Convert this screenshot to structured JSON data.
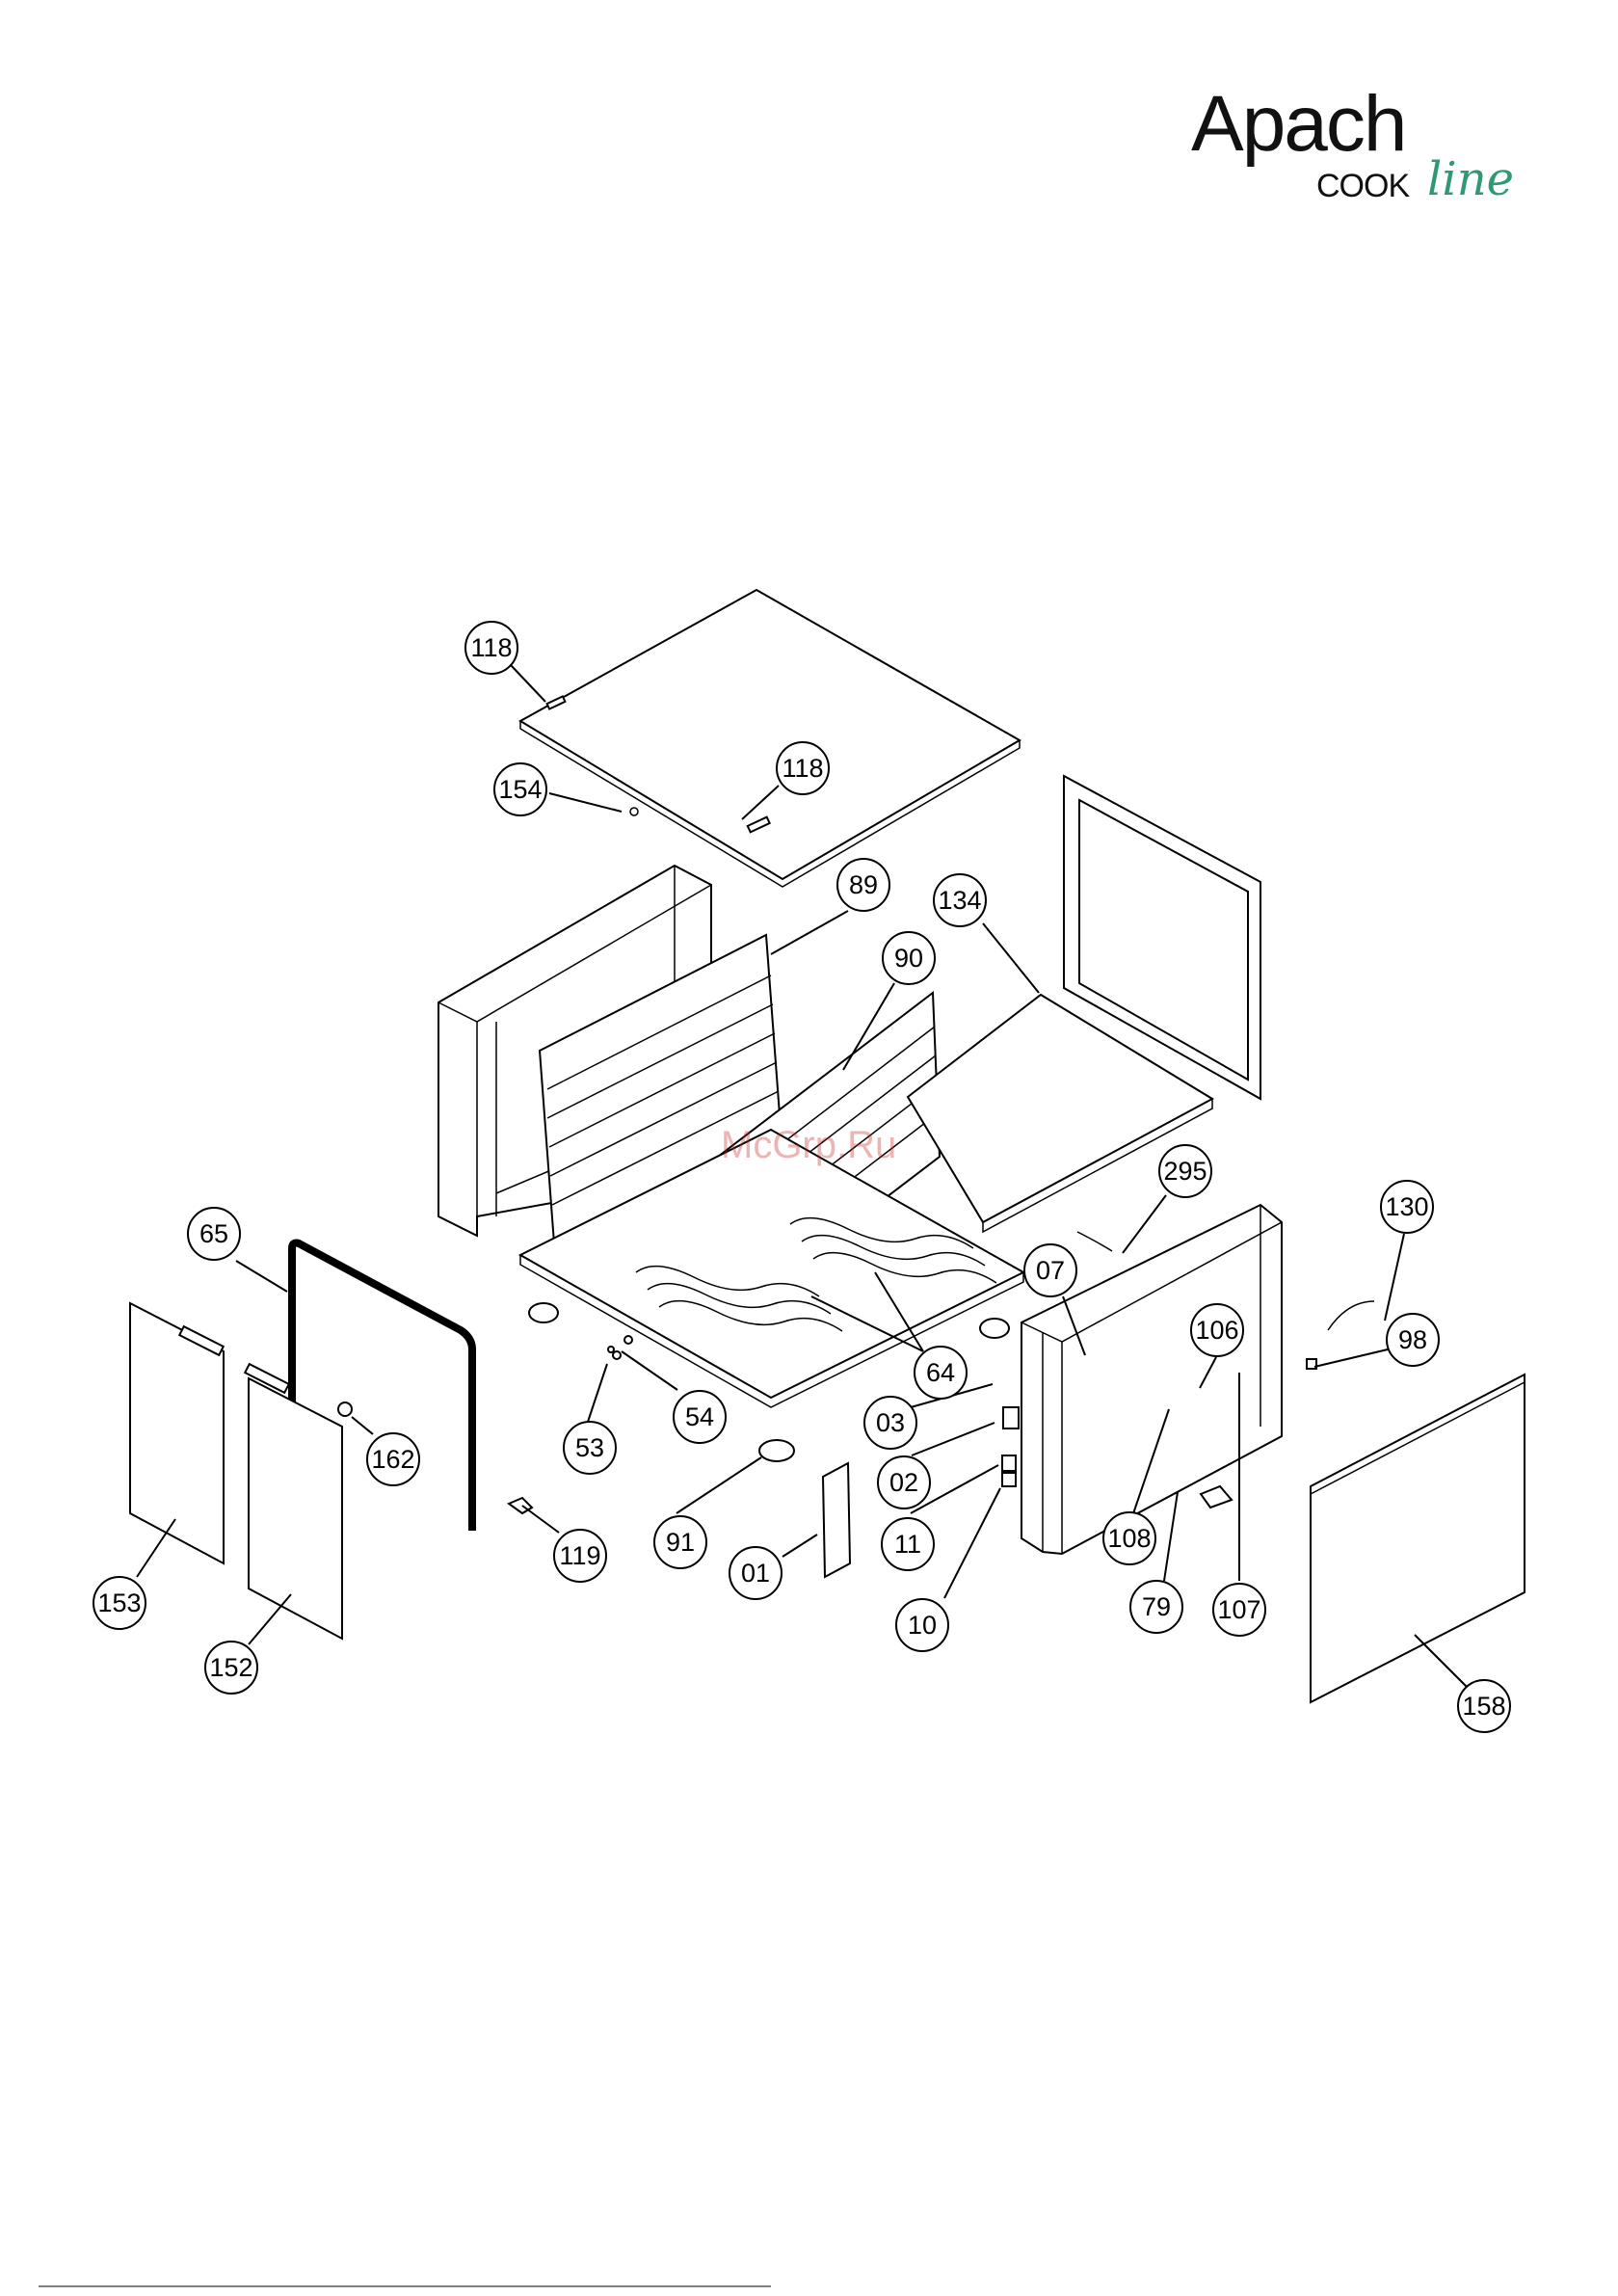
{
  "brand": {
    "name": "Apach",
    "sub": "COOK",
    "script": "line",
    "accent_color": "#2f9a72"
  },
  "watermark": "McGrp.Ru",
  "callouts": [
    {
      "label": "118"
    },
    {
      "label": "118"
    },
    {
      "label": "154"
    },
    {
      "label": "89"
    },
    {
      "label": "90"
    },
    {
      "label": "134"
    },
    {
      "label": "295"
    },
    {
      "label": "130"
    },
    {
      "label": "65"
    },
    {
      "label": "07"
    },
    {
      "label": "106"
    },
    {
      "label": "98"
    },
    {
      "label": "64"
    },
    {
      "label": "54"
    },
    {
      "label": "53"
    },
    {
      "label": "03"
    },
    {
      "label": "162"
    },
    {
      "label": "02"
    },
    {
      "label": "91"
    },
    {
      "label": "11"
    },
    {
      "label": "119"
    },
    {
      "label": "01"
    },
    {
      "label": "108"
    },
    {
      "label": "153"
    },
    {
      "label": "79"
    },
    {
      "label": "107"
    },
    {
      "label": "10"
    },
    {
      "label": "152"
    },
    {
      "label": "158"
    }
  ]
}
